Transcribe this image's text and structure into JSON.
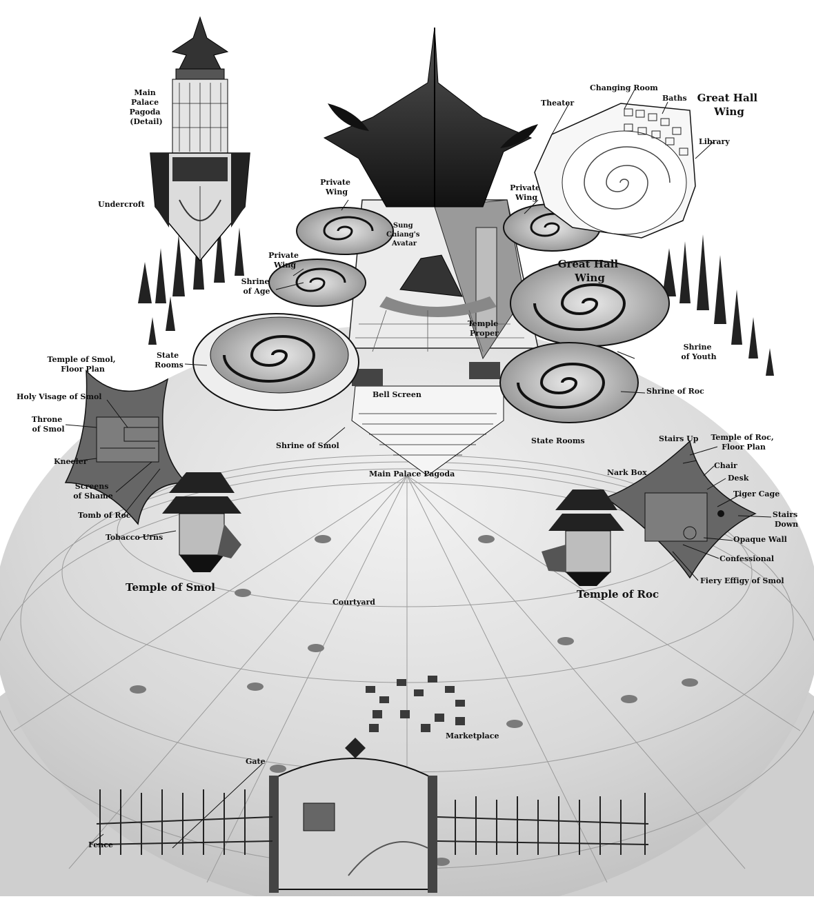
{
  "map": {
    "labels": {
      "main_palace_pagoda_detail": [
        "Main",
        "Palace",
        "Pagoda",
        "(Detail)"
      ],
      "undercroft": "Undercroft",
      "private_wing_left_top": [
        "Private",
        "Wing"
      ],
      "private_wing_left_mid": [
        "Private",
        "Wing"
      ],
      "private_wing_right": [
        "Private",
        "Wing"
      ],
      "sung_chiangs_avatar": [
        "Sung",
        "Chiang's",
        "Avatar"
      ],
      "shrine_of_age": [
        "Shrine",
        "of Age"
      ],
      "great_hall_wing_inner": [
        "Great Hall",
        "Wing"
      ],
      "great_hall_wing_plan": [
        "Great Hall",
        "Wing"
      ],
      "theater": "Theater",
      "changing_room": "Changing Room",
      "baths": "Baths",
      "library": "Library",
      "temple_proper": [
        "Temple",
        "Proper"
      ],
      "state_rooms_left": [
        "State",
        "Rooms"
      ],
      "state_rooms_right": "State Rooms",
      "shrine_of_youth": [
        "Shrine",
        "of Youth"
      ],
      "shrine_of_roc": "Shrine of Roc",
      "bell_screen": "Bell Screen",
      "shrine_of_smol": "Shrine of Smol",
      "main_palace_pagoda": "Main Palace Pagoda",
      "temple_of_smol_floor_plan": [
        "Temple of Smol,",
        "Floor Plan"
      ],
      "holy_visage_of_smol": "Holy Visage of Smol",
      "throne_of_smol": [
        "Throne",
        "of Smol"
      ],
      "kneeler": "Kneeler",
      "screens_of_shame": [
        "Screens",
        "of Shame"
      ],
      "tomb_of_roc": "Tomb of Roc",
      "tobacco_urns": "Tobacco Urns",
      "temple_of_smol": "Temple of Smol",
      "temple_of_roc": "Temple of Roc",
      "temple_of_roc_floor_plan": [
        "Temple of Roc,",
        "Floor Plan"
      ],
      "stairs_up": "Stairs Up",
      "nark_box": "Nark Box",
      "chair": "Chair",
      "desk": "Desk",
      "tiger_cage": "Tiger Cage",
      "stairs_down": [
        "Stairs",
        "Down"
      ],
      "opaque_wall": "Opaque Wall",
      "confessional": "Confessional",
      "fiery_effigy_of_smol": "Fiery Effigy of Smol",
      "courtyard": "Courtyard",
      "marketplace": "Marketplace",
      "gate": "Gate",
      "fence": "Fence"
    }
  }
}
